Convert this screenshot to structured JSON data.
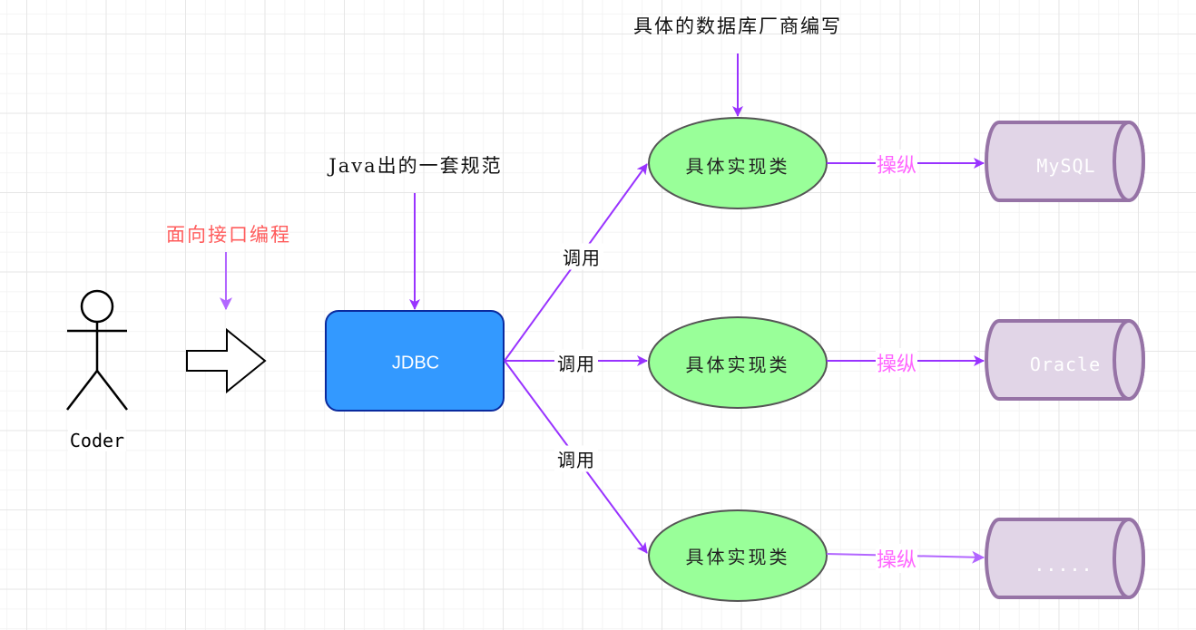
{
  "annotations": {
    "interface_programming": "面向接口编程",
    "java_spec": "Java出的一套规范",
    "vendor_written": "具体的数据库厂商编写"
  },
  "actor": {
    "label": "Coder",
    "icon": "stick-figure-icon"
  },
  "jdbc": {
    "label": "JDBC",
    "fill": "#3399ff",
    "stroke": "#0a2a9e"
  },
  "impl_nodes": [
    {
      "label": "具体实现类",
      "fill": "#99ff99",
      "stroke": "#555555"
    },
    {
      "label": "具体实现类",
      "fill": "#99ff99",
      "stroke": "#555555"
    },
    {
      "label": "具体实现类",
      "fill": "#99ff99",
      "stroke": "#555555"
    }
  ],
  "call_labels": [
    "调用",
    "调用",
    "调用"
  ],
  "operate_labels": [
    "操纵",
    "操纵",
    "操纵"
  ],
  "databases": [
    {
      "label": "MySQL"
    },
    {
      "label": "Oracle"
    },
    {
      "label": "....."
    }
  ],
  "colors": {
    "arrow": "#9933ff",
    "light_arrow": "#b266ff",
    "annotation_red": "#ff5c5c",
    "operate_text": "#ff66ff",
    "db_fill": "#e1d5e7",
    "db_stroke": "#9673a6"
  }
}
